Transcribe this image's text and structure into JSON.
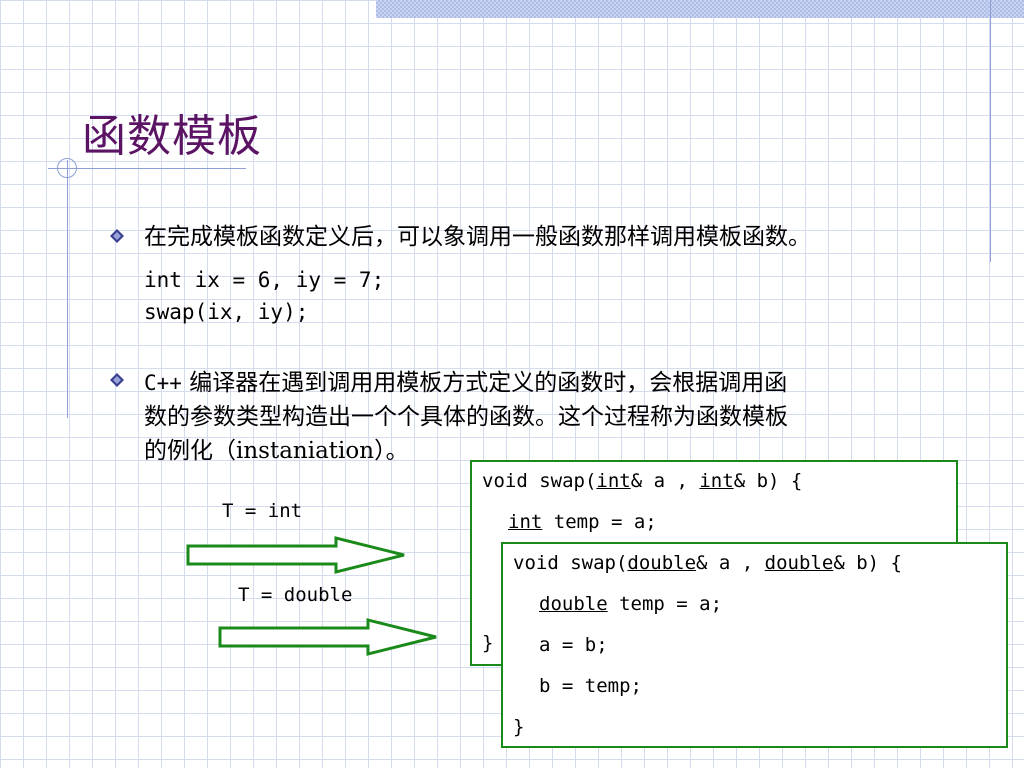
{
  "slide": {
    "title": "函数模板",
    "bullet1": {
      "text": "在完成模板函数定义后，可以象调用一般函数那样调用模板函数。",
      "code": [
        "int ix = 6, iy = 7;",
        "swap(ix, iy);"
      ]
    },
    "bullet2": {
      "prefix": "C++",
      "lines": [
        "编译器在遇到调用用模板方式定义的函数时，会根据调用函",
        "数的参数类型构造出一个个具体的函数。这个过程称为函数模板",
        "的例化（instaniation）。"
      ]
    },
    "labels": {
      "t_int": "T = int",
      "t_double": "T = double"
    },
    "box_int": {
      "line1": {
        "a": "void swap(",
        "b": "int",
        "c": "& a , ",
        "d": "int",
        "e": "& b) {"
      },
      "line2": {
        "a": "int",
        "b": " temp = a;"
      },
      "closing": "}"
    },
    "box_double": {
      "line1": {
        "a": "void swap(",
        "b": "double",
        "c": "& a , ",
        "d": "double",
        "e": "& b) {"
      },
      "line2": {
        "a": "double",
        "b": " temp = a;"
      },
      "line3": "a = b;",
      "line4": "b = temp;",
      "closing": "}"
    }
  },
  "colors": {
    "title": "#5a1463",
    "box_border": "#1a8a1a",
    "grid": "#d6dcef"
  }
}
